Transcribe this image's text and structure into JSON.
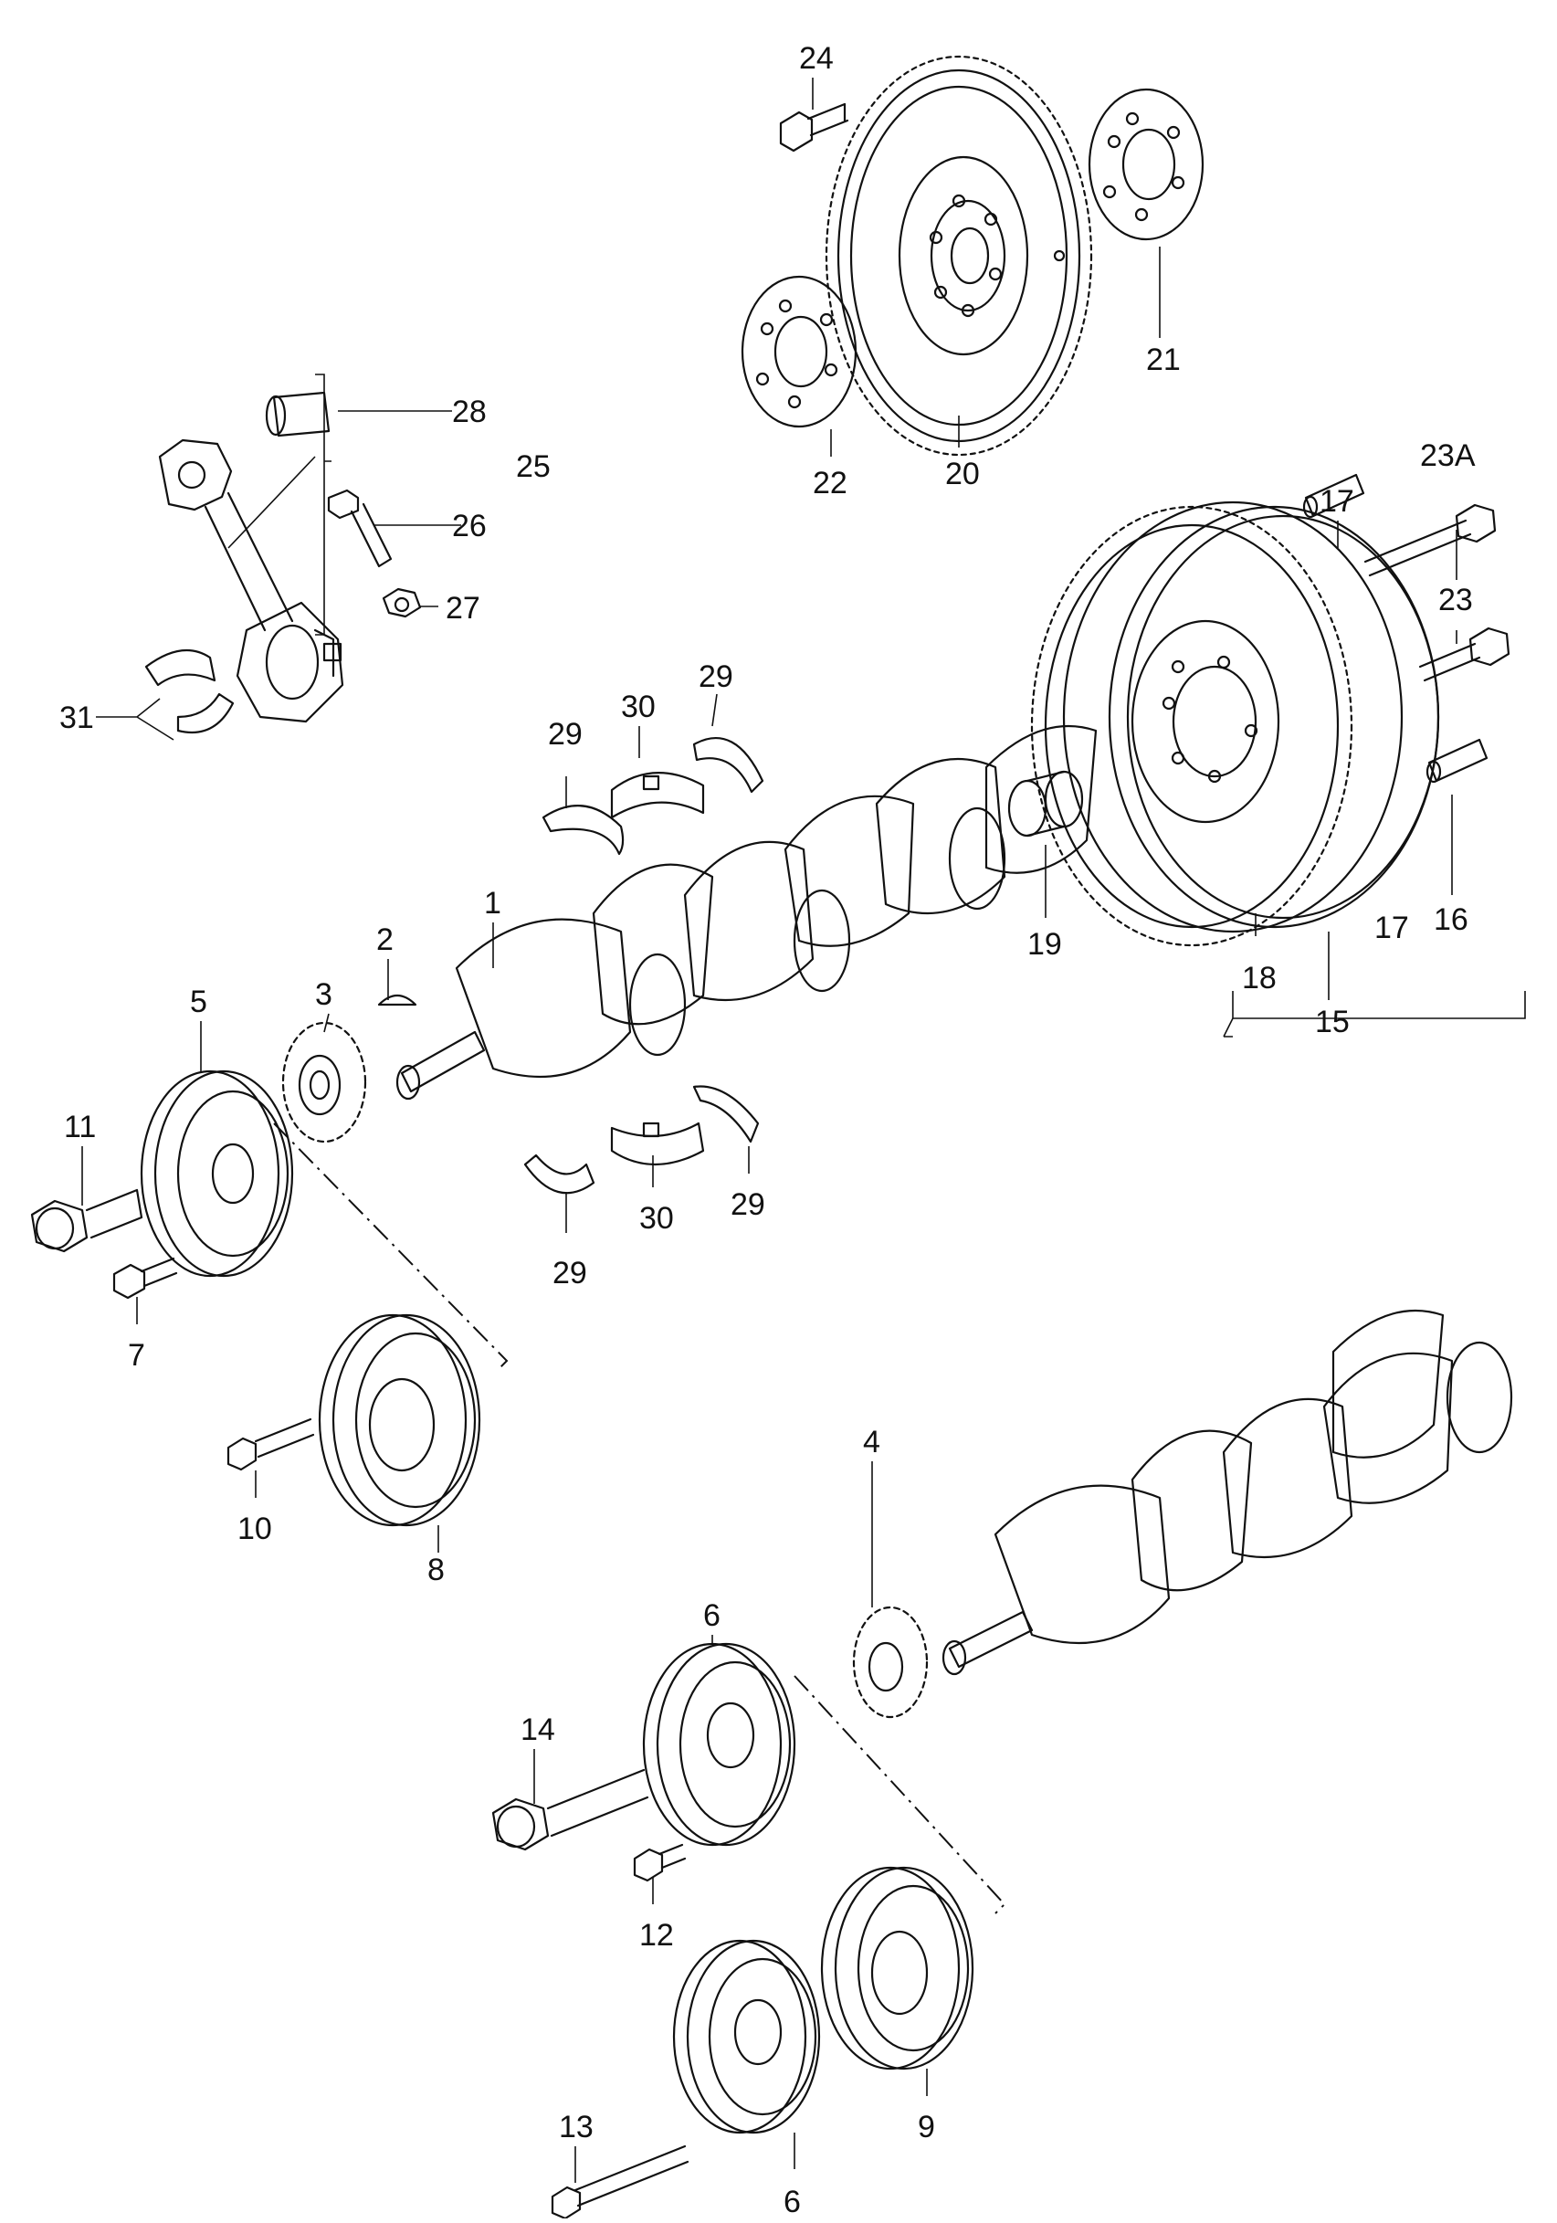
{
  "labels": {
    "l1": "1",
    "l2": "2",
    "l3": "3",
    "l4": "4",
    "l5": "5",
    "l6a": "6",
    "l6b": "6",
    "l7": "7",
    "l8": "8",
    "l9": "9",
    "l10": "10",
    "l11": "11",
    "l12": "12",
    "l13": "13",
    "l14": "14",
    "l15": "15",
    "l16": "16",
    "l17a": "17",
    "l17b": "17",
    "l18": "18",
    "l19": "19",
    "l20": "20",
    "l21": "21",
    "l22": "22",
    "l23": "23",
    "l23a": "23A",
    "l24": "24",
    "l25": "25",
    "l26": "26",
    "l27": "27",
    "l28": "28",
    "l29a": "29",
    "l29b": "29",
    "l29c": "29",
    "l29d": "29",
    "l30a": "30",
    "l30b": "30",
    "l31": "31"
  }
}
